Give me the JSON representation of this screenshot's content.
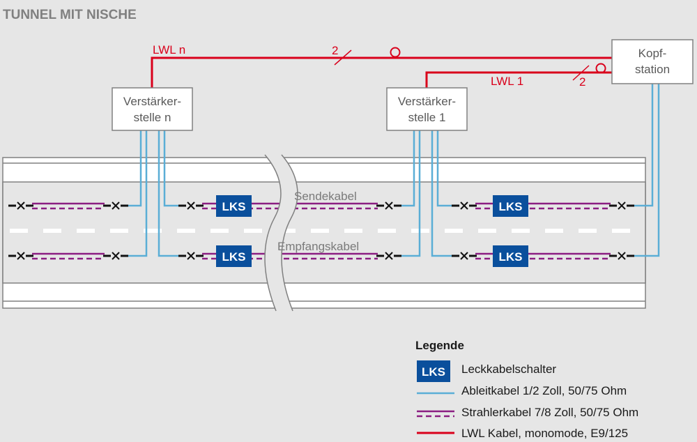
{
  "title": "TUNNEL MIT NISCHE",
  "nodes": {
    "amp_n": [
      "Verstärker-",
      "stelle n"
    ],
    "amp_1": [
      "Verstärker-",
      "stelle 1"
    ],
    "head": [
      "Kopf-",
      "station"
    ]
  },
  "fiber_labels": {
    "lwl_n": "LWL n",
    "lwl_1": "LWL 1",
    "count_top": "2",
    "count_bottom": "2"
  },
  "cable_labels": {
    "send": "Sendekabel",
    "receive": "Empfangskabel"
  },
  "switch_label": "LKS",
  "legend": {
    "title": "Legende",
    "items": [
      {
        "symbol": "lks-box",
        "label": "Leckkabelschalter"
      },
      {
        "symbol": "blue-line",
        "label": "Ableitkabel 1/2 Zoll, 50/75 Ohm"
      },
      {
        "symbol": "purple-line",
        "label": "Strahlerkabel 7/8 Zoll, 50/75 Ohm"
      },
      {
        "symbol": "red-line",
        "label": "LWL Kabel, monomode, E9/125"
      }
    ]
  },
  "colors": {
    "background": "#e6e6e6",
    "fiber": "#d9001b",
    "feeder": "#5aaed6",
    "radiating": "#8b1e82",
    "switch": "#0a4f9c",
    "box_border": "#808080",
    "title": "#808080"
  }
}
